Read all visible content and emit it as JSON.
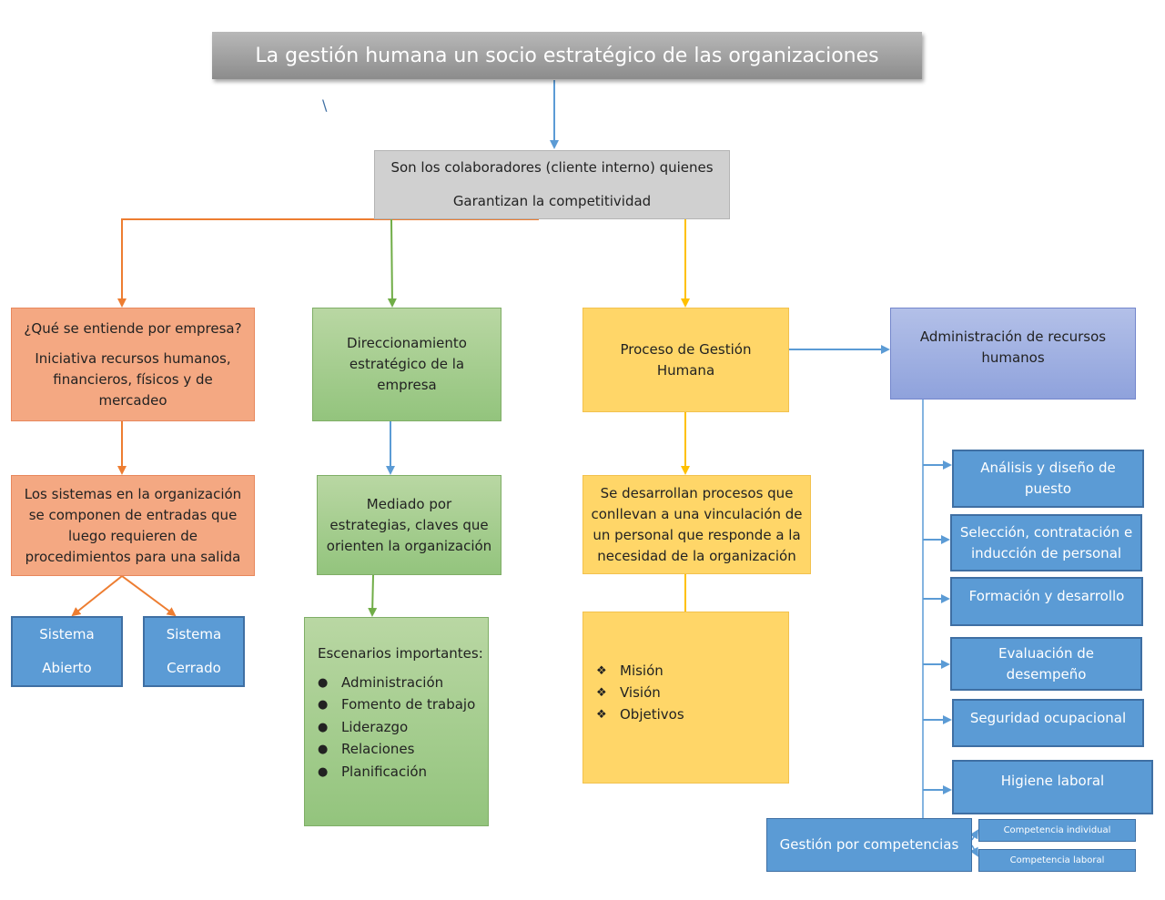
{
  "title": "La gestión humana  un socio estratégico de las organizaciones",
  "stray_mark": "\\",
  "central": {
    "line1": "Son los colaboradores (cliente interno) quienes",
    "line2": "Garantizan la competitividad"
  },
  "empresa": {
    "question": "¿Qué se entiende por empresa?",
    "answer": [
      "Iniciativa recursos humanos,",
      "financieros, físicos y de",
      "mercadeo"
    ]
  },
  "sistemas": {
    "lines": [
      "Los sistemas en la organización",
      "se componen de entradas que",
      "luego requieren de",
      "procedimientos para una salida"
    ]
  },
  "sistema_abierto": {
    "line1": "Sistema",
    "line2": "Abierto"
  },
  "sistema_cerrado": {
    "line1": "Sistema",
    "line2": "Cerrado"
  },
  "direccionamiento": {
    "lines": [
      "Direccionamiento",
      "estratégico de la",
      "empresa"
    ]
  },
  "mediado": {
    "lines": [
      "Mediado por",
      "estrategias, claves que",
      "orienten la organización"
    ]
  },
  "escenarios": {
    "heading": "Escenarios importantes:",
    "bullet": "●",
    "items": [
      "Administración",
      "Fomento de trabajo",
      "Liderazgo",
      "Relaciones",
      "Planificación"
    ]
  },
  "proceso": {
    "lines": [
      "Proceso de Gestión",
      "Humana"
    ]
  },
  "procesos_desarrollo": {
    "lines": [
      "Se desarrollan procesos que",
      "conllevan a una vinculación de",
      "un personal que responde a la",
      "necesidad de la organización"
    ]
  },
  "mision_box": {
    "bullet": "❖",
    "items": [
      "Misión",
      "Visión",
      "Objetivos"
    ]
  },
  "admin_rh": {
    "lines": [
      "Administración de recursos",
      "humanos"
    ]
  },
  "funciones": [
    {
      "lines": [
        "Análisis y diseño de",
        "puesto"
      ]
    },
    {
      "lines": [
        "Selección, contratación e",
        "inducción de personal"
      ]
    },
    {
      "lines": [
        "Formación y desarrollo"
      ]
    },
    {
      "lines": [
        "Evaluación de",
        "desempeño"
      ]
    },
    {
      "lines": [
        "Seguridad ocupacional"
      ]
    },
    {
      "lines": [
        "Higiene laboral"
      ]
    }
  ],
  "gestion_competencias": "Gestión por competencias",
  "competencias": [
    "Competencia individual",
    "Competencia laboral"
  ],
  "colors": {
    "orange_line": "#ed7d31",
    "green_line": "#70ad47",
    "yellow_line": "#ffc000",
    "blue_line": "#5b9bd5"
  }
}
